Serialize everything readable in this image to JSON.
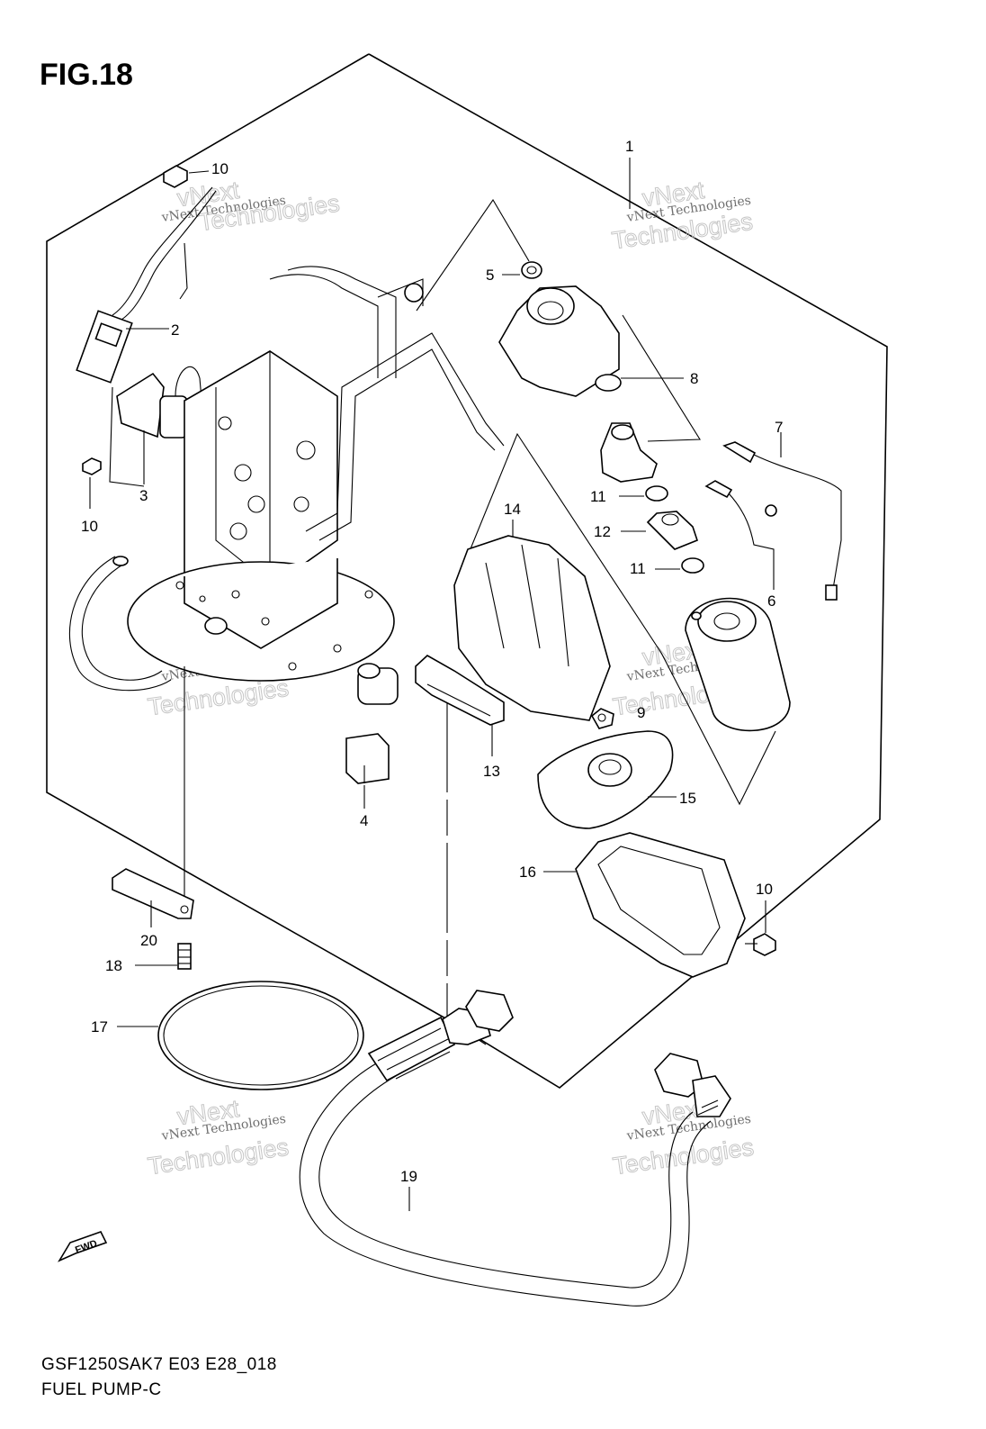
{
  "figure": {
    "title": "FIG.18",
    "model_code": "GSF1250SAK7 E03 E28_018",
    "assembly_name": "FUEL PUMP-C",
    "fwd_label": "FWD"
  },
  "watermark": {
    "line1": "vNext Technologies",
    "line2": "vNext",
    "line3": "Technologies"
  },
  "callouts": [
    {
      "id": "1",
      "label": "1"
    },
    {
      "id": "2",
      "label": "2"
    },
    {
      "id": "3",
      "label": "3"
    },
    {
      "id": "4",
      "label": "4"
    },
    {
      "id": "5",
      "label": "5"
    },
    {
      "id": "6",
      "label": "6"
    },
    {
      "id": "7",
      "label": "7"
    },
    {
      "id": "8",
      "label": "8"
    },
    {
      "id": "9",
      "label": "9"
    },
    {
      "id": "10a",
      "label": "10"
    },
    {
      "id": "10b",
      "label": "10"
    },
    {
      "id": "10c",
      "label": "10"
    },
    {
      "id": "11a",
      "label": "11"
    },
    {
      "id": "11b",
      "label": "11"
    },
    {
      "id": "12",
      "label": "12"
    },
    {
      "id": "13",
      "label": "13"
    },
    {
      "id": "14",
      "label": "14"
    },
    {
      "id": "15",
      "label": "15"
    },
    {
      "id": "16",
      "label": "16"
    },
    {
      "id": "17",
      "label": "17"
    },
    {
      "id": "18",
      "label": "18"
    },
    {
      "id": "19",
      "label": "19"
    },
    {
      "id": "20",
      "label": "20"
    }
  ]
}
